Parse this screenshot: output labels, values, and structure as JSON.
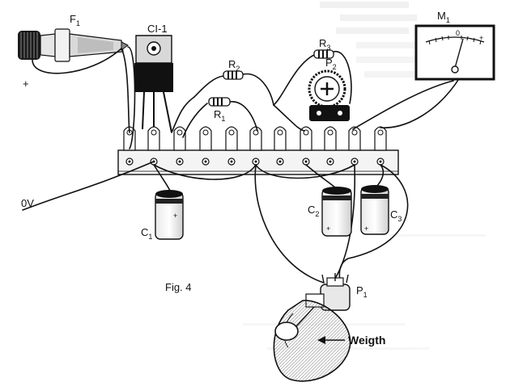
{
  "figure": {
    "caption": "Fig. 4",
    "weight_label": "Weigth",
    "ground_label": "0V",
    "plus_sign": "+",
    "components": {
      "fuse": {
        "name": "F",
        "sub": "1"
      },
      "regulator": {
        "name": "CI-1"
      },
      "r1": {
        "name": "R",
        "sub": "1"
      },
      "r2": {
        "name": "R",
        "sub": "2"
      },
      "r3": {
        "name": "R",
        "sub": "3"
      },
      "p1": {
        "name": "P",
        "sub": "1"
      },
      "p2": {
        "name": "P",
        "sub": "2"
      },
      "c1": {
        "name": "C",
        "sub": "1"
      },
      "c2": {
        "name": "C",
        "sub": "2"
      },
      "c3": {
        "name": "C",
        "sub": "3"
      },
      "meter": {
        "name": "M",
        "sub": "1",
        "scale_zero": "0"
      }
    }
  }
}
